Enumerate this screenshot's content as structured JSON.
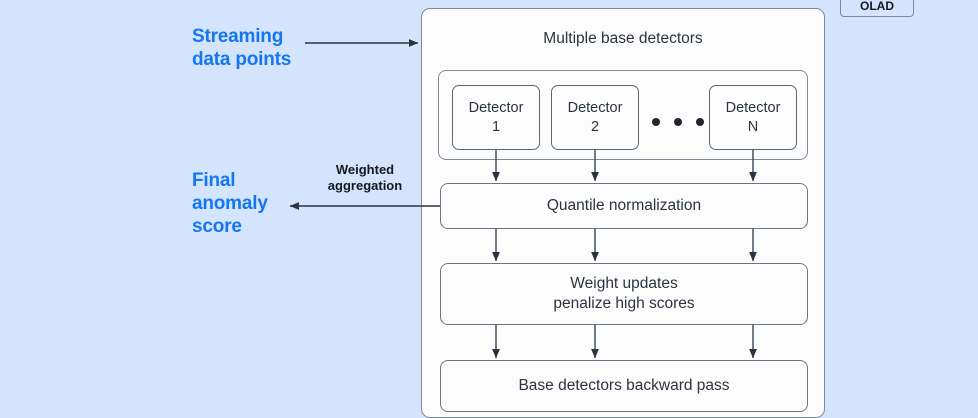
{
  "diagram": {
    "background_color": "#d4e4fd",
    "accent_blue": "#1476f0",
    "text_color": "#2b3340",
    "border_color": "#6b7582",
    "box_fill": "#fcfcfd",
    "top_tab_label": "OLAD",
    "annotations": {
      "streaming": "Streaming\ndata points",
      "final_score": "Final\nanomaly\nscore",
      "weighted_aggregation": "Weighted\naggregation"
    },
    "section_title": "Multiple base detectors",
    "detectors": [
      {
        "name": "Detector",
        "index": "1"
      },
      {
        "name": "Detector",
        "index": "2"
      },
      {
        "name": "Detector",
        "index": "N"
      }
    ],
    "ellipsis": "• • •",
    "stages": [
      {
        "id": "quantile",
        "label": "Quantile normalization"
      },
      {
        "id": "weight",
        "label": "Weight updates\npenalize high scores"
      },
      {
        "id": "backward",
        "label": "Base detectors backward pass"
      }
    ]
  }
}
